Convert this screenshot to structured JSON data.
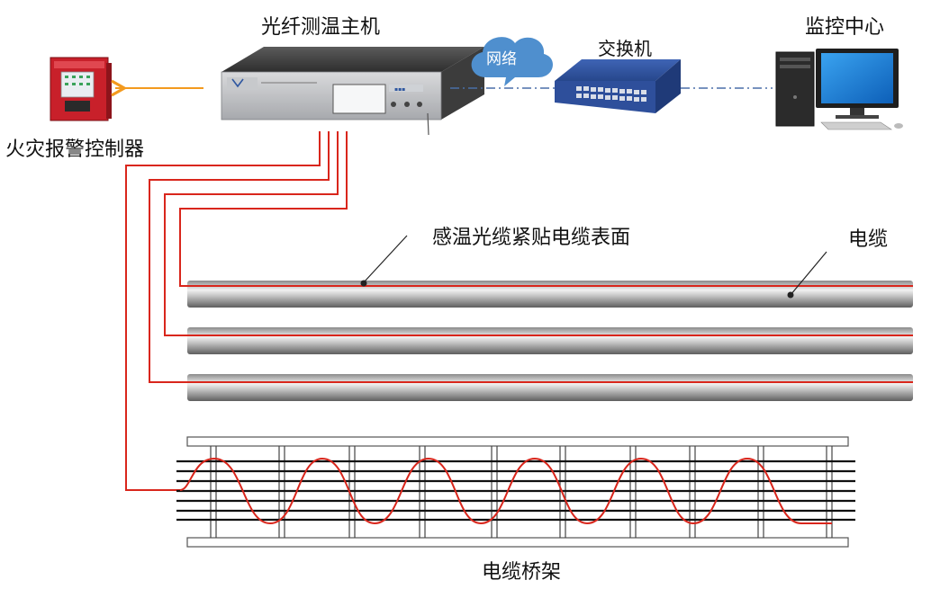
{
  "labels": {
    "host": "光纤测温主机",
    "switch": "交换机",
    "monitor": "监控中心",
    "alarm": "火灾报警控制器",
    "network": "网络",
    "sensor_note": "感温光缆紧贴电缆表面",
    "cable": "电缆",
    "tray": "电缆桥架"
  },
  "colors": {
    "fiber": "#d9261c",
    "arrow": "#f39a1e",
    "dash_line": "#4a6ea8",
    "cloud": "#4f8fce",
    "switch_body": "#2e4f9b",
    "panel_red": "#c8202a"
  },
  "icons": {
    "host": "rack-host-icon",
    "switch": "network-switch-icon",
    "monitor": "desktop-computer-icon",
    "alarm": "fire-alarm-panel-icon",
    "cloud": "cloud-icon"
  }
}
